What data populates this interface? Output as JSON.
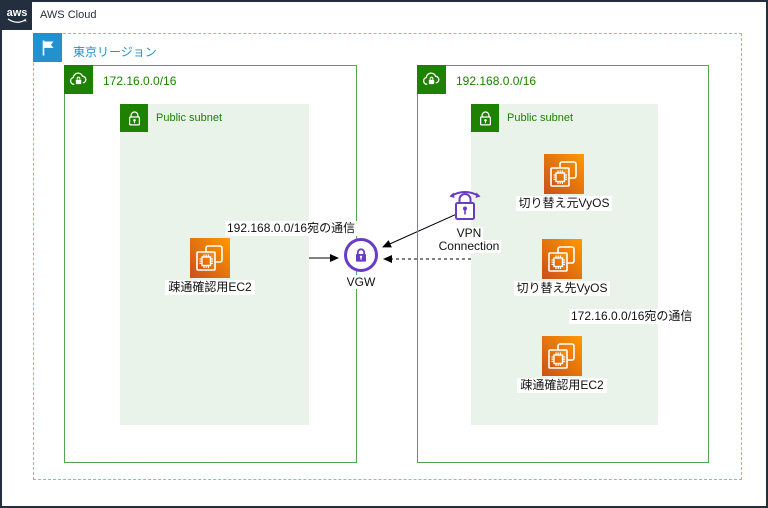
{
  "aws_cloud": {
    "logo_text": "aws",
    "label": "AWS Cloud"
  },
  "region": {
    "label": "東京リージョン"
  },
  "vpc_left": {
    "cidr": "172.16.0.0/16",
    "subnet_label": "Public subnet",
    "ec2_label": "疎通確認用EC2"
  },
  "vpc_right": {
    "cidr": "192.168.0.0/16",
    "subnet_label": "Public subnet",
    "vyos_source_label": "切り替え元VyOS",
    "vyos_target_label": "切り替え先VyOS",
    "ec2_label": "疎通確認用EC2"
  },
  "gateway": {
    "label": "VGW"
  },
  "vpn_connection": {
    "label_line1": "VPN",
    "label_line2": "Connection"
  },
  "edge_labels": {
    "to_192": "192.168.0.0/16宛の通信",
    "to_172": "172.16.0.0/16宛の通信"
  },
  "icons": {
    "aws_logo": "aws-logo-icon",
    "region_flag": "region-flag-icon",
    "vpc": "vpc-cloud-lock-icon",
    "subnet": "padlock-icon",
    "ec2": "ec2-instance-icon",
    "vgw": "vpn-gateway-lock-icon",
    "vpn": "vpn-connection-lock-icon"
  },
  "colors": {
    "aws_navy": "#232F3E",
    "region_blue": "#2491CF",
    "region_border_blue": "#7EBCE5",
    "vpc_green": "#1E8102",
    "vpc_border_green": "#55A455",
    "subnet_bg_green": "#E9F3E9",
    "ec2_orange_dark": "#C8511B",
    "ec2_orange_light": "#FF9900",
    "gateway_purple": "#693CC5",
    "connector_black": "#000000"
  }
}
